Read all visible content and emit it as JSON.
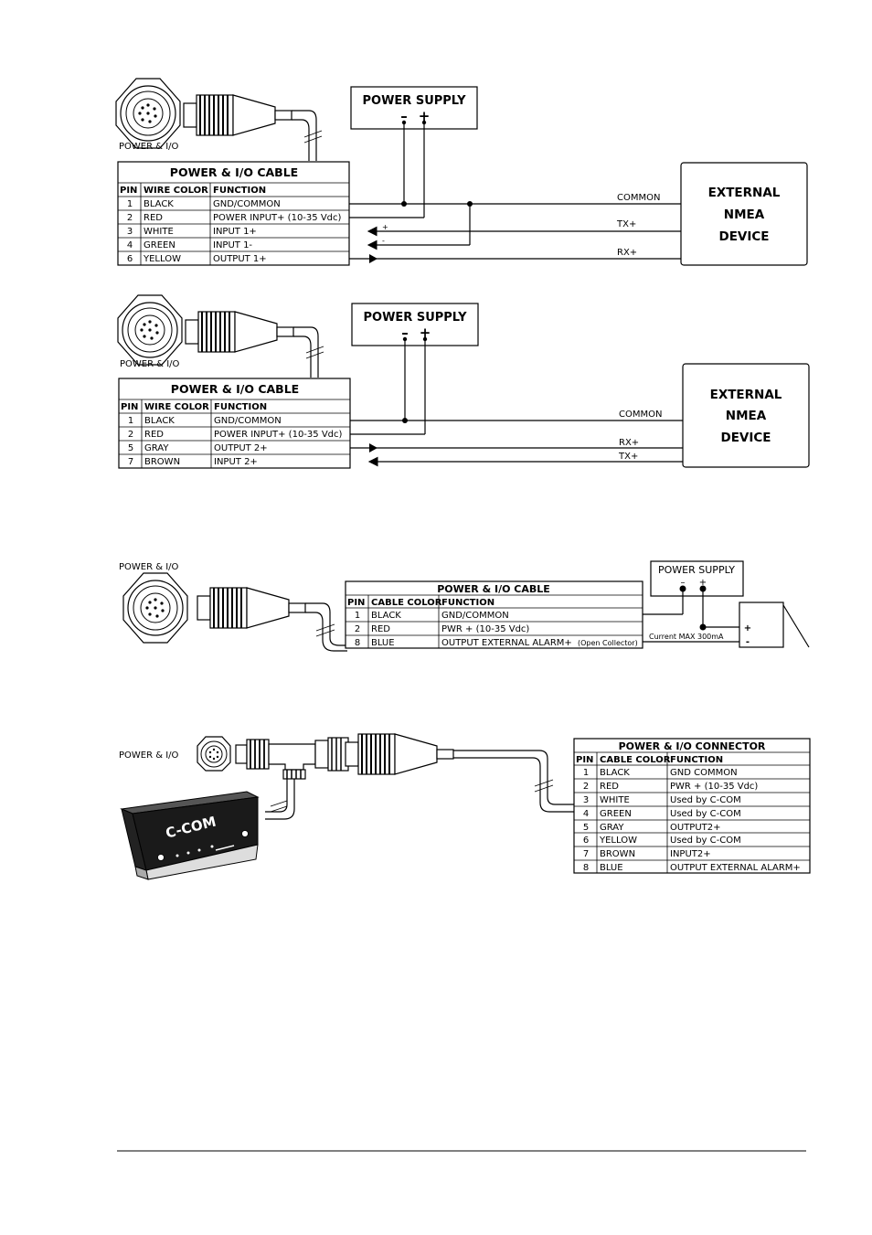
{
  "diagram1": {
    "connector_label": "POWER & I/O",
    "power_supply": {
      "label": "POWER SUPPLY",
      "minus": "–",
      "plus": "+"
    },
    "table": {
      "title": "POWER & I/O CABLE",
      "headers": [
        "PIN",
        "WIRE COLOR",
        "FUNCTION"
      ],
      "rows": [
        {
          "pin": "1",
          "color": "BLACK",
          "function": "GND/COMMON"
        },
        {
          "pin": "2",
          "color": "RED",
          "function": "POWER INPUT+ (10-35 Vdc)"
        },
        {
          "pin": "3",
          "color": "WHITE",
          "function": "INPUT 1+"
        },
        {
          "pin": "4",
          "color": "GREEN",
          "function": "INPUT 1-"
        },
        {
          "pin": "6",
          "color": "YELLOW",
          "function": "OUTPUT 1+"
        }
      ]
    },
    "device": {
      "line1": "EXTERNAL",
      "line2": "NMEA",
      "line3": "DEVICE"
    },
    "signals": {
      "common": "COMMON",
      "tx": "TX+",
      "rx": "RX+",
      "plus": "+",
      "minus": "-"
    }
  },
  "diagram2": {
    "connector_label": "POWER & I/O",
    "power_supply": {
      "label": "POWER SUPPLY",
      "minus": "–",
      "plus": "+"
    },
    "table": {
      "title": "POWER & I/O CABLE",
      "headers": [
        "PIN",
        "WIRE COLOR",
        "FUNCTION"
      ],
      "rows": [
        {
          "pin": "1",
          "color": "BLACK",
          "function": "GND/COMMON"
        },
        {
          "pin": "2",
          "color": "RED",
          "function": "POWER INPUT+ (10-35 Vdc)"
        },
        {
          "pin": "5",
          "color": "GRAY",
          "function": "OUTPUT 2+"
        },
        {
          "pin": "7",
          "color": "BROWN",
          "function": "INPUT 2+"
        }
      ]
    },
    "device": {
      "line1": "EXTERNAL",
      "line2": "NMEA",
      "line3": "DEVICE"
    },
    "signals": {
      "common": "COMMON",
      "rx": "RX+",
      "tx": "TX+"
    }
  },
  "diagram3": {
    "connector_label": "POWER & I/O",
    "power_supply": {
      "label": "POWER SUPPLY",
      "minus": "–",
      "plus": "+"
    },
    "table": {
      "title": "POWER & I/O CABLE",
      "headers": [
        "PIN",
        "CABLE COLOR",
        "FUNCTION"
      ],
      "rows": [
        {
          "pin": "1",
          "color": "BLACK",
          "function": "GND/COMMON"
        },
        {
          "pin": "2",
          "color": "RED",
          "function": "PWR + (10-35 Vdc)"
        },
        {
          "pin": "8",
          "color": "BLUE",
          "function": "OUTPUT EXTERNAL ALARM+",
          "note": "(Open Collector)"
        }
      ]
    },
    "current_label": "Current MAX 300mA",
    "alarm_plus": "+",
    "alarm_minus": "-"
  },
  "diagram4": {
    "connector_label": "POWER & I/O",
    "ccom_label": "C-COM",
    "table": {
      "title": "POWER & I/O CONNECTOR",
      "headers": [
        "PIN",
        "CABLE COLOR",
        "FUNCTION"
      ],
      "rows": [
        {
          "pin": "1",
          "color": "BLACK",
          "function": "GND COMMON"
        },
        {
          "pin": "2",
          "color": "RED",
          "function": "PWR + (10-35 Vdc)"
        },
        {
          "pin": "3",
          "color": "WHITE",
          "function": "Used by C-COM"
        },
        {
          "pin": "4",
          "color": "GREEN",
          "function": "Used by C-COM"
        },
        {
          "pin": "5",
          "color": "GRAY",
          "function": "OUTPUT2+"
        },
        {
          "pin": "6",
          "color": "YELLOW",
          "function": "Used by C-COM"
        },
        {
          "pin": "7",
          "color": "BROWN",
          "function": "INPUT2+"
        },
        {
          "pin": "8",
          "color": "BLUE",
          "function": "OUTPUT EXTERNAL ALARM+"
        }
      ]
    }
  }
}
